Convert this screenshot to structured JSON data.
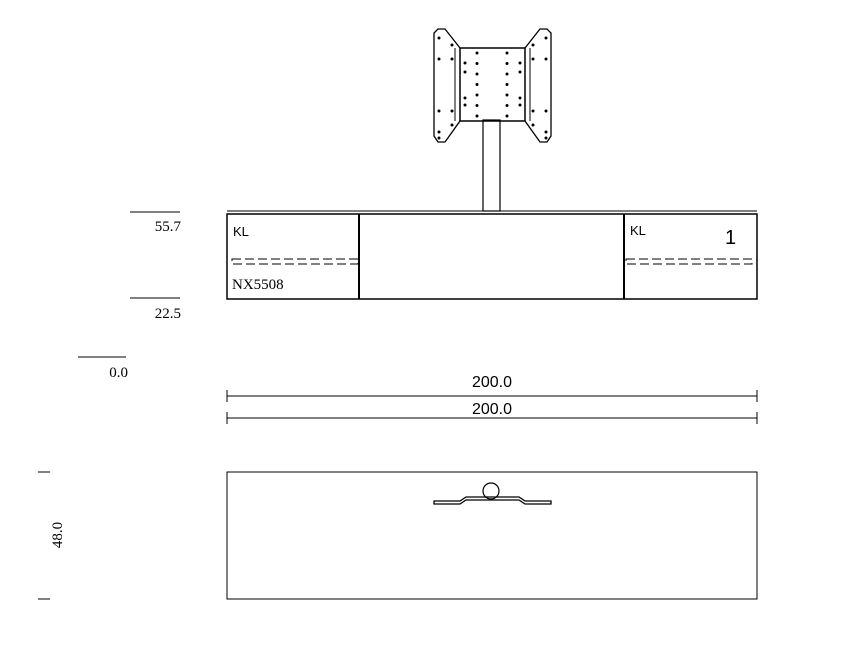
{
  "front_view": {
    "left_panel": {
      "label": "KL",
      "model": "NX5508"
    },
    "right_panel": {
      "label": "KL",
      "number": "1"
    }
  },
  "height_dimensions": [
    "55.7",
    "22.5",
    "0.0"
  ],
  "width_dimensions": [
    "200.0",
    "200.0"
  ],
  "top_view": {
    "depth_dimension": "48.0"
  },
  "colors": {
    "line": "#000000",
    "background": "#ffffff"
  }
}
